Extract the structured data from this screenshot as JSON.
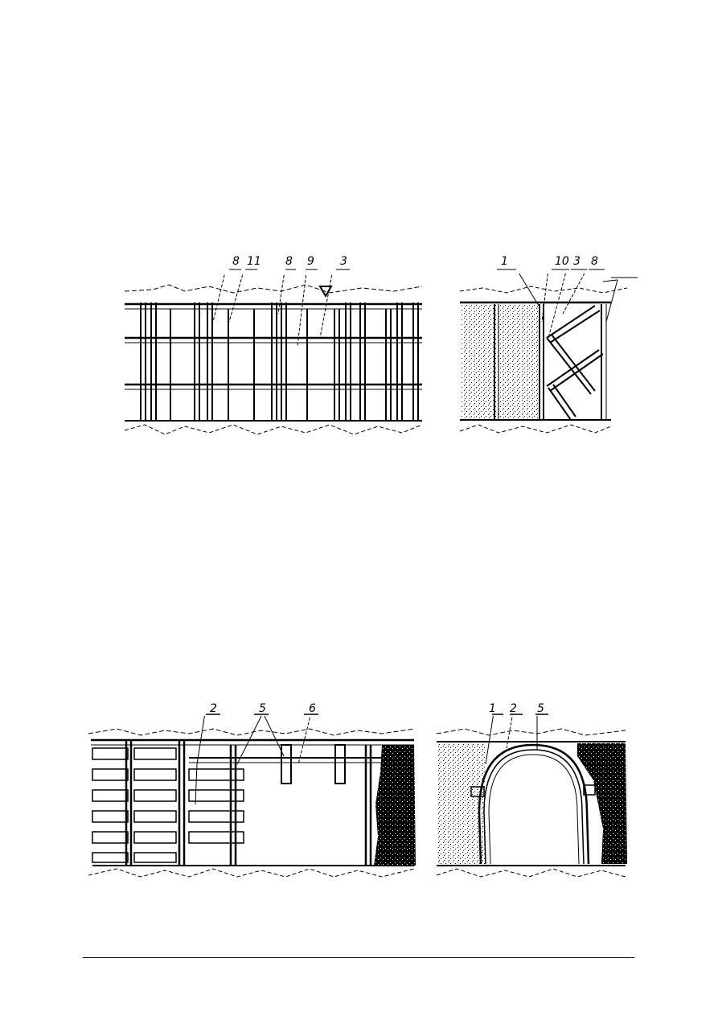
{
  "page": {
    "background": "#ffffff",
    "ink": "#000000"
  },
  "figures": [
    {
      "id": "fig-top-left",
      "description": "longitudinal view of frame timbering with posts and crossbars",
      "labels": [
        "8",
        "11",
        "8",
        "9",
        "3"
      ]
    },
    {
      "id": "fig-top-right",
      "description": "cross-section with backfill and cross-bracing",
      "labels": [
        "1",
        "10",
        "3",
        "8",
        ""
      ]
    },
    {
      "id": "fig-bottom-left",
      "description": "longitudinal view of lagging with posts and caps",
      "labels": [
        "2",
        "5",
        "6"
      ]
    },
    {
      "id": "fig-bottom-right",
      "description": "arched tunnel cross-section with ring support",
      "labels": [
        "1",
        "2",
        "5"
      ]
    }
  ],
  "footer": {
    "rule": true
  }
}
